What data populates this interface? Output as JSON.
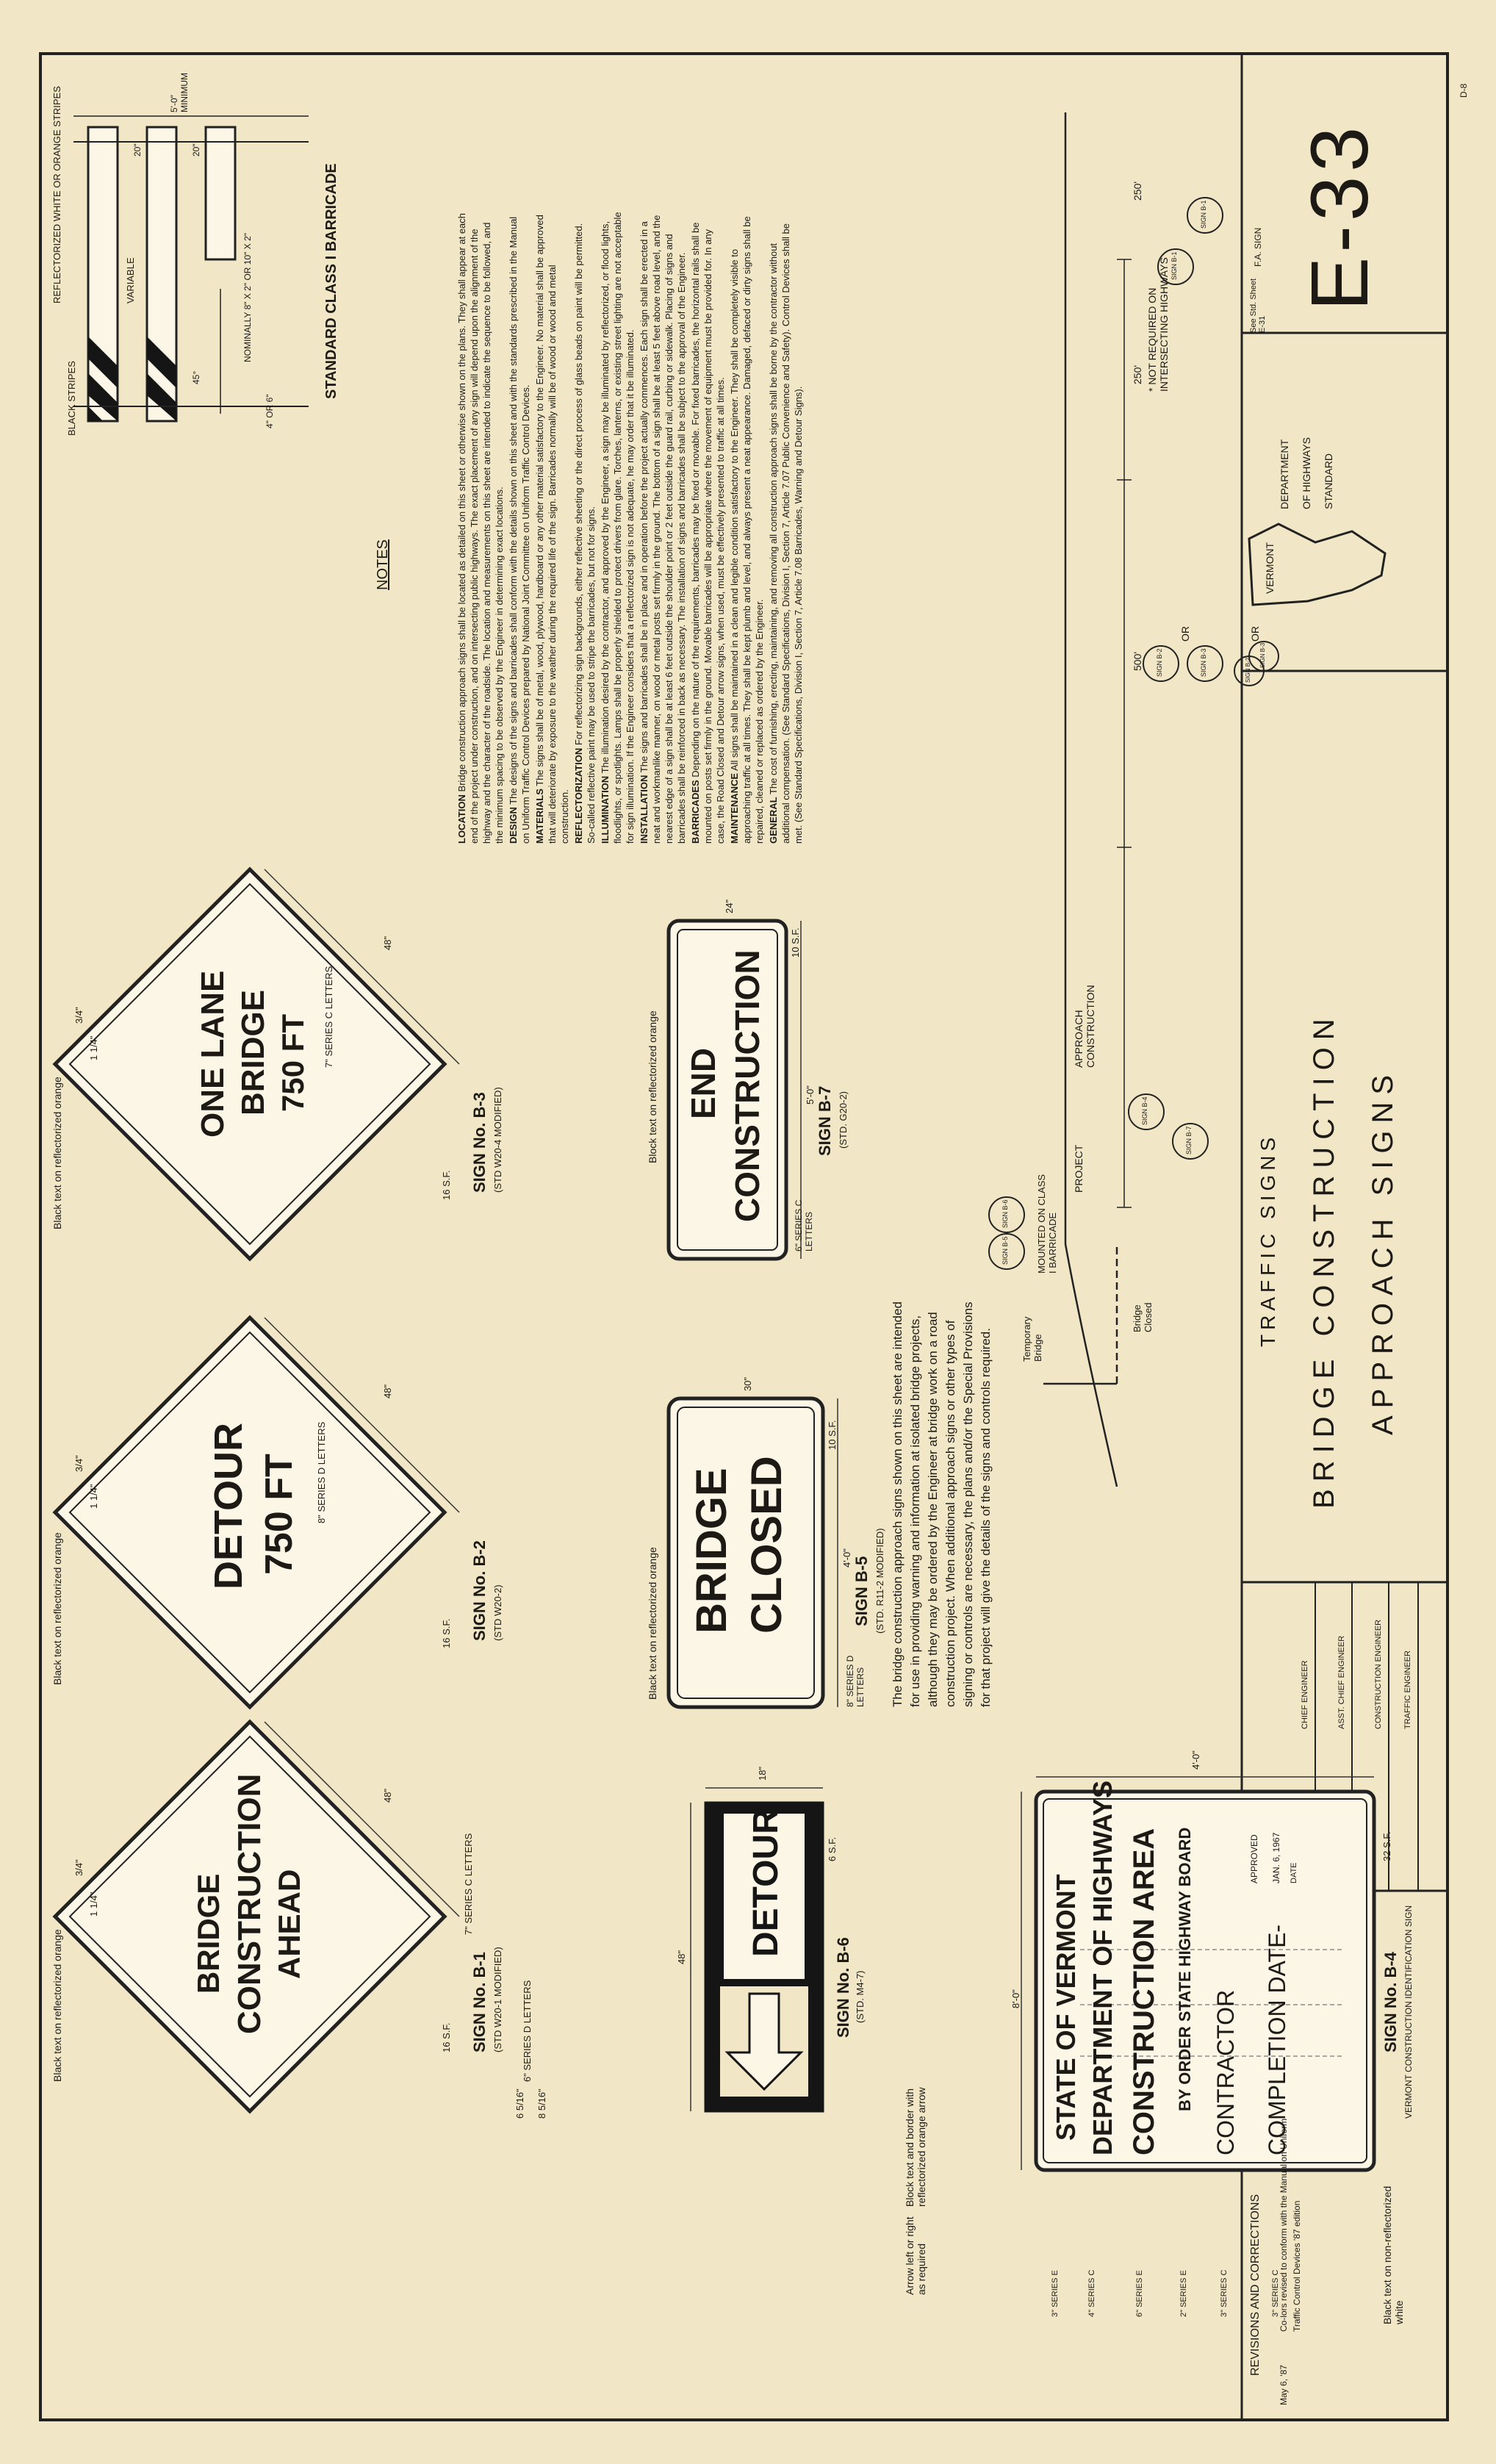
{
  "sheet_number": "E-33",
  "page_code": "D-8",
  "title": {
    "line1": "TRAFFIC SIGNS",
    "line2": "BRIDGE CONSTRUCTION",
    "line3": "APPROACH SIGNS"
  },
  "agency": {
    "line1": "VERMONT",
    "line2": "DEPARTMENT",
    "line3": "OF HIGHWAYS",
    "line4": "STANDARD"
  },
  "revisions": {
    "heading": "REVISIONS AND CORRECTIONS",
    "entry_date": "May 6, '87",
    "entry_text_1": "Co-lors revised to conform with the Manual on Uniform",
    "entry_text_2": "Traffic Control Devices '87 edition"
  },
  "approval": {
    "label": "APPROVED",
    "date": "JAN. 6, 1967",
    "date_label": "DATE",
    "titles": [
      "CHIEF ENGINEER",
      "ASST. CHIEF ENGINEER",
      "CONSTRUCTION ENGINEER",
      "TRAFFIC ENGINEER"
    ]
  },
  "signs": {
    "b1": {
      "line1": "BRIDGE",
      "line2": "CONSTRUCTION",
      "line3": "AHEAD",
      "name": "SIGN No. B-1",
      "std": "(STD W20-1 MODIFIED)",
      "note": "Black text on reflectorized orange",
      "dim_side": "48\"",
      "dim_top": "1 1/4\"",
      "dim_corner": "3/4\"",
      "dim_a": "6 5/16\"",
      "dim_b": "8 5/16\"",
      "dim_r": "16 S.F.",
      "dim_lbl_1": "6\" SERIES D LETTERS",
      "dim_lbl_2": "7\" SERIES C LETTERS"
    },
    "b2": {
      "line1": "DETOUR",
      "line2": "750 FT",
      "name": "SIGN No. B-2",
      "std": "(STD W20-2)",
      "note": "Black text on reflectorized orange",
      "dim_side": "48\"",
      "dim_lbl": "8\" SERIES D LETTERS",
      "dim_top": "1 1/4\"",
      "dim_corner": "3/4\"",
      "dim_r": "16 S.F."
    },
    "b3": {
      "line1": "ONE LANE",
      "line2": "BRIDGE",
      "line3": "750 FT",
      "name": "SIGN No. B-3",
      "std": "(STD W20-4 MODIFIED)",
      "note": "Black text on reflectorized orange",
      "dim_side": "48\"",
      "dim_lbl": "7\" SERIES C LETTERS",
      "dim_top": "1 1/4\"",
      "dim_corner": "3/4\"",
      "dim_r": "16 S.F."
    },
    "b4": {
      "line1": "STATE OF VERMONT",
      "line2": "DEPARTMENT OF HIGHWAYS",
      "line3": "CONSTRUCTION AREA",
      "line4": "BY ORDER STATE HIGHWAY BOARD",
      "line5": "CONTRACTOR",
      "line6": "COMPLETION DATE-",
      "name": "SIGN No. B-4",
      "sub": "VERMONT CONSTRUCTION IDENTIFICATION SIGN",
      "note": "Black text on non-reflectorized white",
      "dim_w": "8'-0\"",
      "dim_h": "4'-0\"",
      "area": "32 S.F.",
      "series": [
        "3\" SERIES E",
        "4\" SERIES C",
        "6\" SERIES E",
        "2\" SERIES E",
        "3\" SERIES C",
        "3\" SERIES C"
      ]
    },
    "b5": {
      "line1": "BRIDGE",
      "line2": "CLOSED",
      "name": "SIGN B-5",
      "std": "(STD. R11-2 MODIFIED)",
      "note": "Black text on reflectorized orange",
      "dim_w": "4'-0\"",
      "dim_h": "30\"",
      "area": "10 S.F.",
      "dim_lbl": "8\" SERIES D LETTERS"
    },
    "b6": {
      "text": "DETOUR",
      "name": "SIGN No. B-6",
      "std": "(STD. M4-7)",
      "note": "Block text and border with reflectorized orange arrow",
      "arrow_note": "Arrow left or right as required",
      "dim_w": "48\"",
      "dim_h": "18\"",
      "area": "6 S.F."
    },
    "b7": {
      "line1": "END",
      "line2": "CONSTRUCTION",
      "name": "SIGN B-7",
      "std": "(STD. G20-2)",
      "note": "Block text on reflectorized orange",
      "dim_w": "5'-0\"",
      "dim_h": "24\"",
      "area": "10 S.F.",
      "dim_lbl": "6\" SERIES C LETTERS"
    }
  },
  "intro_text": "The bridge construction approach signs shown on this sheet are intended for use in providing warning and information at isolated bridge projects, although they may be ordered by the Engineer at bridge work on a road construction project. When additional approach signs or other types of signing or controls are necessary, the plans and/or the Special Provisions for that project will give the details of the signs and controls required.",
  "layout_diagram": {
    "temp_bridge": "Temporary Bridge",
    "bridge_closed": "Bridge Closed",
    "mounted": "MOUNTED ON CLASS I BARRICADE",
    "project": "PROJECT",
    "approach": "APPROACH CONSTRUCTION",
    "d500": "500'",
    "d250a": "250'",
    "d250b": "250'",
    "or1": "OR",
    "or2": "OR",
    "see_std": "See Std. Sheet E-31",
    "fa": "F.A. SIGN",
    "not_required": "* NOT REQUIRED ON INTERSECTING HIGHWAYS",
    "circles": [
      "SIGN B-5",
      "SIGN B-6",
      "SIGN B-4",
      "SIGN B-7",
      "SIGN B-2",
      "SIGN B-3",
      "SIGN B-2",
      "SIGN B-3",
      "SIGN B-1",
      "SIGN B-1"
    ]
  },
  "barricade": {
    "title": "STANDARD CLASS I BARRICADE",
    "black_stripes": "BLACK STRIPES",
    "reflect": "REFLECTORIZED WHITE OR ORANGE STRIPES",
    "variable": "VARIABLE",
    "nominal": "NOMINALLY 8\" X 2\" OR 10\" X 2\"",
    "d45": "45°",
    "d4or6": "4\" OR 6\"",
    "d20a": "20\"",
    "d20b": "20\"",
    "min": "5'-0\" MINIMUM"
  },
  "notes": {
    "heading": "NOTES",
    "items": [
      {
        "h": "LOCATION",
        "t": "Bridge construction approach signs shall be located as detailed on this sheet or otherwise shown on the plans. They shall appear at each end of the project under construction, and on intersecting public highways. The exact placement of any sign will depend upon the alignment of the highway and the character of the roadside. The location and measurements on this sheet are intended to indicate the sequence to be followed, and the minimum spacing to be observed by the Engineer in determining exact locations."
      },
      {
        "h": "DESIGN",
        "t": "The designs of the signs and barricades shall conform with the details shown on this sheet and with the standards prescribed in the Manual on Uniform Traffic Control Devices prepared by National Joint Committee on Uniform Traffic Control Devices."
      },
      {
        "h": "MATERIALS",
        "t": "The signs shall be of metal, wood, plywood, hardboard or any other material satisfactory to the Engineer. No material shall be approved that will deteriorate by exposure to the weather during the required life of the sign. Barricades normally will be of wood or wood and metal construction."
      },
      {
        "h": "REFLECTORIZATION",
        "t": "For reflectorizing sign backgrounds, either reflective sheeting or the direct process of glass beads on paint will be permitted. So-called reflective paint may be used to stripe the barricades, but not for signs."
      },
      {
        "h": "ILLUMINATION",
        "t": "The illumination desired by the contractor, and approved by the Engineer, a sign may be illuminated by reflectorized, or flood lights, floodlights, or spotlights. Lamps shall be properly shielded to protect drivers from glare. Torches, lanterns, or existing street lighting are not acceptable for sign illumination. If the Engineer considers that a reflectorized sign is not adequate, he may order that it be illuminated."
      },
      {
        "h": "INSTALLATION",
        "t": "The signs and barricades shall be in place and in operation before the project actually commences. Each sign shall be erected in a neat and workmanlike manner, on wood or metal posts set firmly in the ground. The bottom of a sign shall be at least 5 feet above road level, and the nearest edge of a sign shall be at least 6 feet outside the shoulder point or 2 feet outside the guard rail, curbing or sidewalk. Placing of signs and barricades shall be reinforced in back as necessary. The installation of signs and barricades shall be subject to the approval of the Engineer."
      },
      {
        "h": "BARRICADES",
        "t": "Depending on the nature of the requirements, barricades may be fixed or movable. For fixed barricades, the horizontal rails shall be mounted on posts set firmly in the ground. Movable barricades will be appropriate where the movement of equipment must be provided for. In any case, the Road Closed and Detour arrow signs, when used, must be effectively presented to traffic at all times."
      },
      {
        "h": "MAINTENANCE",
        "t": "All signs shall be maintained in a clean and legible condition satisfactory to the Engineer. They shall be completely visible to approaching traffic at all times. They shall be kept plumb and level, and always present a neat appearance. Damaged, defaced or dirty signs shall be repaired, cleaned or replaced as ordered by the Engineer."
      },
      {
        "h": "GENERAL",
        "t": "The cost of furnishing, erecting, maintaining, and removing all construction approach signs shall be borne by the contractor without additional compensation. (See Standard Specifications, Division I, Section 7, Article 7.07 Public Convenience and Safety). Control Devices shall be met. (See Standard Specifications, Division I, Section 7, Article 7.08 Barricades, Warning and Detour Signs)."
      }
    ]
  }
}
